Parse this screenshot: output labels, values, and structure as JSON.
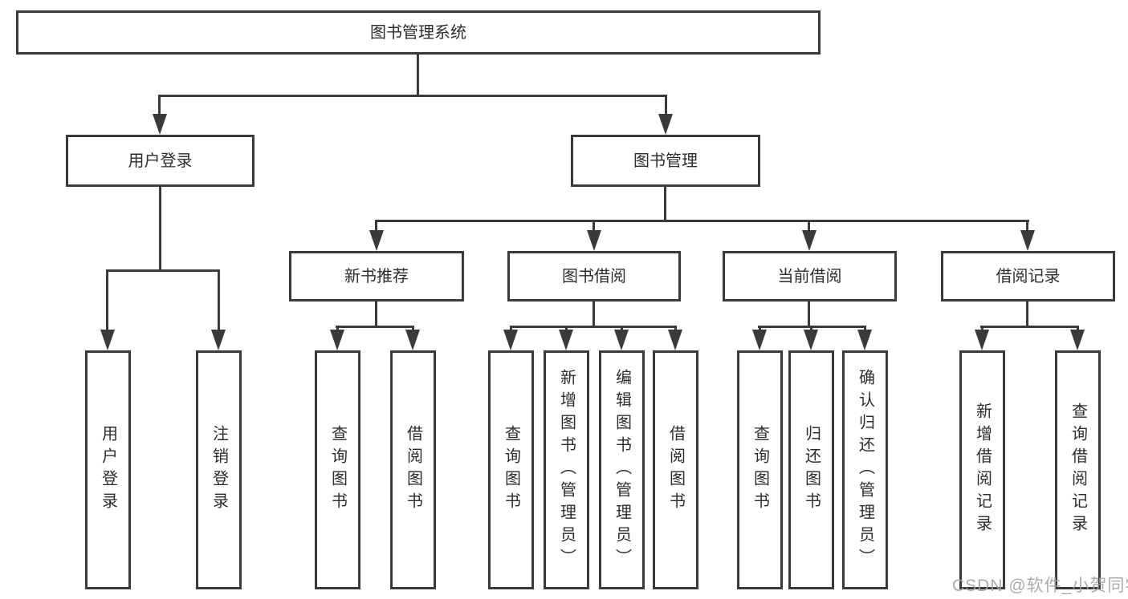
{
  "diagram": {
    "root": {
      "label": "图书管理系统"
    },
    "level1": {
      "user_login": {
        "label": "用户登录"
      },
      "book_mgmt": {
        "label": "图书管理"
      }
    },
    "level2": {
      "new_book": {
        "label": "新书推荐"
      },
      "borrow": {
        "label": "图书借阅"
      },
      "current": {
        "label": "当前借阅"
      },
      "records": {
        "label": "借阅记录"
      }
    },
    "leaves": {
      "user_login_1": {
        "label": "用户登录"
      },
      "user_login_2": {
        "label": "注销登录"
      },
      "new_book_1": {
        "label": "查询图书"
      },
      "new_book_2": {
        "label": "借阅图书"
      },
      "borrow_1": {
        "label": "查询图书"
      },
      "borrow_2": {
        "label": "新增图书（管理员）"
      },
      "borrow_3": {
        "label": "编辑图书（管理员）"
      },
      "borrow_4": {
        "label": "借阅图书"
      },
      "current_1": {
        "label": "查询图书"
      },
      "current_2": {
        "label": "归还图书"
      },
      "current_3": {
        "label": "确认归还（管理员）"
      },
      "records_1": {
        "label": "新增借阅记录"
      },
      "records_2": {
        "label": "查询借阅记录"
      }
    }
  },
  "watermark": "CSDN @软件_小贺同学",
  "colors": {
    "line": "#3a3a3a",
    "text": "#2d2d2d",
    "watermark": "#a3a3a3",
    "background": "#ffffff"
  }
}
